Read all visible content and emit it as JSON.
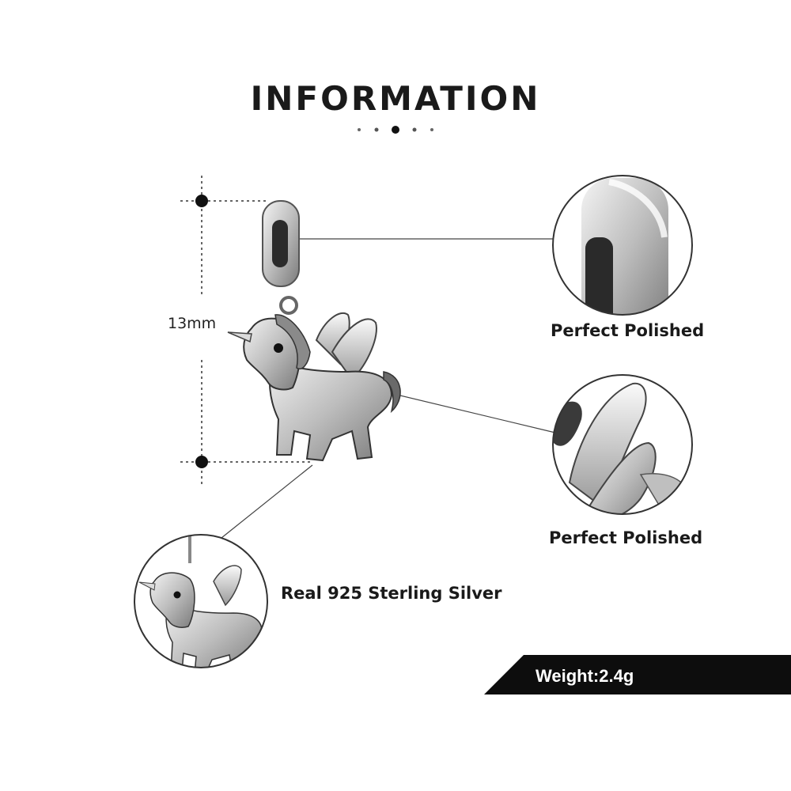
{
  "header": {
    "title": "INFORMATION"
  },
  "dimension": {
    "height_label": "13mm"
  },
  "features": [
    {
      "label": "Perfect  Polished"
    },
    {
      "label": "Perfect  Polished"
    }
  ],
  "material": {
    "label": "Real 925  Sterling  Silver"
  },
  "spec": {
    "weight_label": "Weight:2.4g"
  },
  "colors": {
    "band": "#0d0d0d",
    "text": "#1a1a1a",
    "silver": "#c8c8c8",
    "line": "#555555"
  },
  "icons": [
    "unicorn-charm-image",
    "bail-closeup-image",
    "wing-closeup-image",
    "charm-thumbnail-image"
  ]
}
